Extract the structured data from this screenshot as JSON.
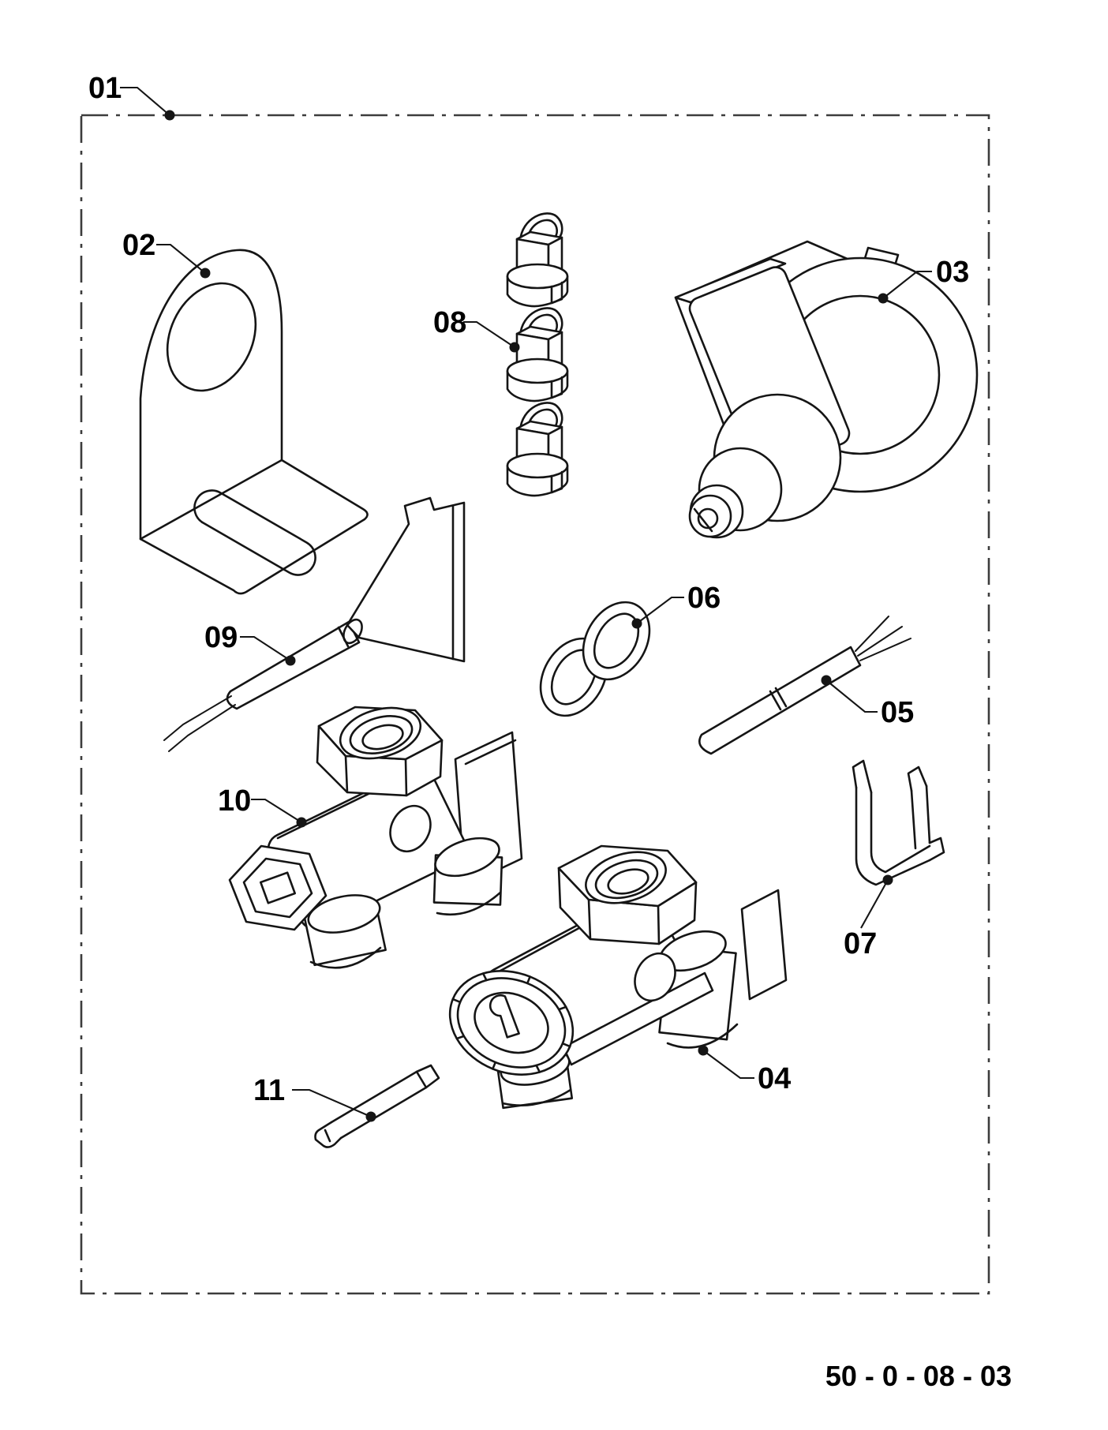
{
  "drawing": {
    "number": "50 - 0 - 08 - 03",
    "callouts": [
      {
        "label": "01"
      },
      {
        "label": "02"
      },
      {
        "label": "03"
      },
      {
        "label": "04"
      },
      {
        "label": "05"
      },
      {
        "label": "06"
      },
      {
        "label": "07"
      },
      {
        "label": "08"
      },
      {
        "label": "09"
      },
      {
        "label": "10"
      },
      {
        "label": "11"
      }
    ],
    "colors": {
      "background": "#ffffff",
      "line": "#151515",
      "frame": "#3c3c3c"
    }
  }
}
